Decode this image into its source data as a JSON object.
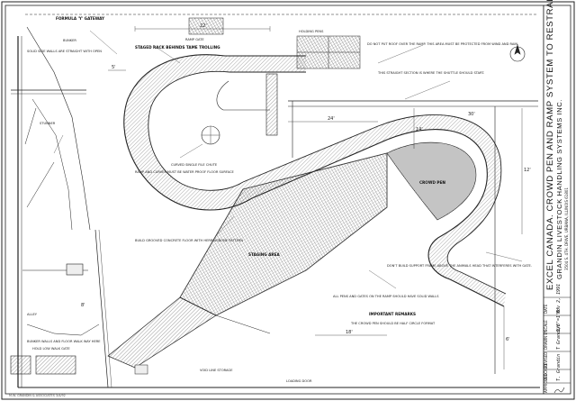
{
  "title_block": {
    "line1": "EXCEL CANADA. CROWD PEN AND RAMP SYSTEM TO RESTRAINER",
    "line2": "GRANDIN LIVESTOCK HANDLING SYSTEMS INC.",
    "line3": "3504 S. 4TH. DRIVE, URBANA, ILLINOIS 61801",
    "fields": [
      {
        "label": "DATE",
        "value": "Nov 2, 1991"
      },
      {
        "label": "SCALE",
        "value": "1/8\"=1'0\""
      },
      {
        "label": "DRAWN BY",
        "value": "T Grandin"
      },
      {
        "label": "REVISED",
        "value": ""
      },
      {
        "label": "CHECKED",
        "value": "T. Grandin"
      },
      {
        "label": "APPROVED",
        "value": "[signature]"
      }
    ]
  },
  "notes": {
    "top_left_1": "FORMULA 'Y' GATEWAY",
    "top_left_2": "BUNKER",
    "side_walls": "SOLID SIDE WALLS ARE STRAIGHT WITH OPEN",
    "stunner": "STUNNER",
    "staged_rack": "STAGED RACK BEHINDS TAME TROLLING",
    "ramp": "RAMP GATE",
    "bottom_left_1": "BUNKER WALLS AND FLOOR WALK WAY HERE",
    "bottom_left_2": "HOLD LOW WALK GATE",
    "alley": "ALLEY",
    "staging": "STAGING AREA",
    "pens": "HOLDING PENS",
    "void": "VOID LINE STORAGE",
    "crowd_pen": "CROWD PEN",
    "top_right_1": "DO NOT PUT ROOF OVER THE RAMP. THIS AREA MUST BE PROTECTED FROM WIND AND RAIN.",
    "right_1": "THIS STRAIGHT SECTION IS WHERE THE SHUTTLE SHOULD START.",
    "right_2": "DON'T BUILD SUPPORT FRAME ABOVE THE ANIMALS HEAD THAT INTERFERES WITH GATE.",
    "center_1": "CURVED SINGLE FILE CHUTE",
    "center_2": "RAMP AND CURVES MUST BE WATER PROOF FLOOR SURFACE",
    "mid_1": "BUILD GROOVED CONCRETE FLOOR WITH HERRINGBONE PATTERN",
    "mid_2": "ALL PENS AND GATES ON THE RAMP SHOULD HAVE SOLID WALLS",
    "lower_mid_1": "IMPORTANT REMARKS",
    "lower_mid_2": "THE CROWD PEN SHOULD BE HALF CIRCLE FORMAT",
    "bottom_mid": "LOADING DOOR",
    "dim_1": "22'",
    "dim_2": "14'",
    "dim_3": "24'",
    "dim_4": "6'",
    "dim_5": "18'",
    "dim_6": "12'",
    "dim_7": "5'",
    "dim_8": "30'",
    "dim_9": "8'"
  },
  "footer": "M.W. GRANDIN & ASSOCIATES 3/4/92"
}
